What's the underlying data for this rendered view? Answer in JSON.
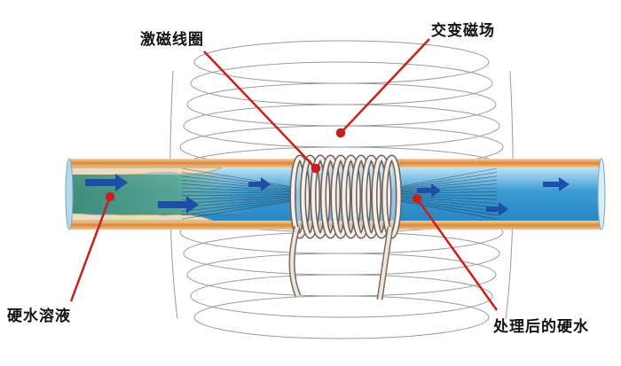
{
  "labels": {
    "coil": "激磁线圈",
    "field": "交变磁场",
    "hard_water": "硬水溶液",
    "treated_water": "处理后的硬水"
  },
  "colors": {
    "pipe_water": "#2f93cf",
    "pipe_rim": "#d98a3a",
    "scale_deposit": "#4f9a7a",
    "leader_line": "#c8201c",
    "field_lines": "#9a9a9a",
    "flow_arrow": "#1d4fa8"
  }
}
